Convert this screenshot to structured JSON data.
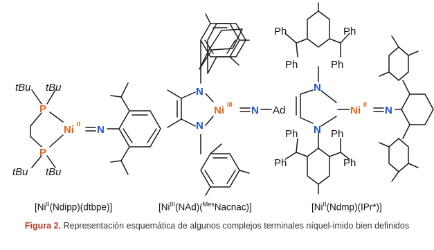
{
  "structures": {
    "left": {
      "atoms": {
        "p": "P",
        "n": "N",
        "metal": "Ni",
        "ox": "II",
        "tbu": "tBu"
      },
      "label": {
        "pre": "[Ni",
        "ox": "II",
        "post": "(Ndipp)(dtbpe)]"
      }
    },
    "middle": {
      "atoms": {
        "n": "N",
        "metal": "Ni",
        "ox": "III",
        "ad": "Ad"
      },
      "label": {
        "pre": "[Ni",
        "ox": "III",
        "mid": "(NAd)(",
        "mes": "Mes",
        "post": "Nacnac)]"
      }
    },
    "right": {
      "atoms": {
        "n": "N",
        "metal": "Ni",
        "ox": "II",
        "ph": "Ph"
      },
      "label": {
        "pre": "[Ni",
        "ox": "II",
        "post": "(Ndmp)(IPr*)]"
      }
    }
  },
  "caption": {
    "figure_label": "Figura 2.",
    "text": "Representación esquemática de algunos complejos terminales níquel-imido bien definidos"
  },
  "colors": {
    "nitrogen": "#1d4fd8",
    "phosphorus_metal": "#e8631a",
    "caption_label": "#c0392b"
  }
}
